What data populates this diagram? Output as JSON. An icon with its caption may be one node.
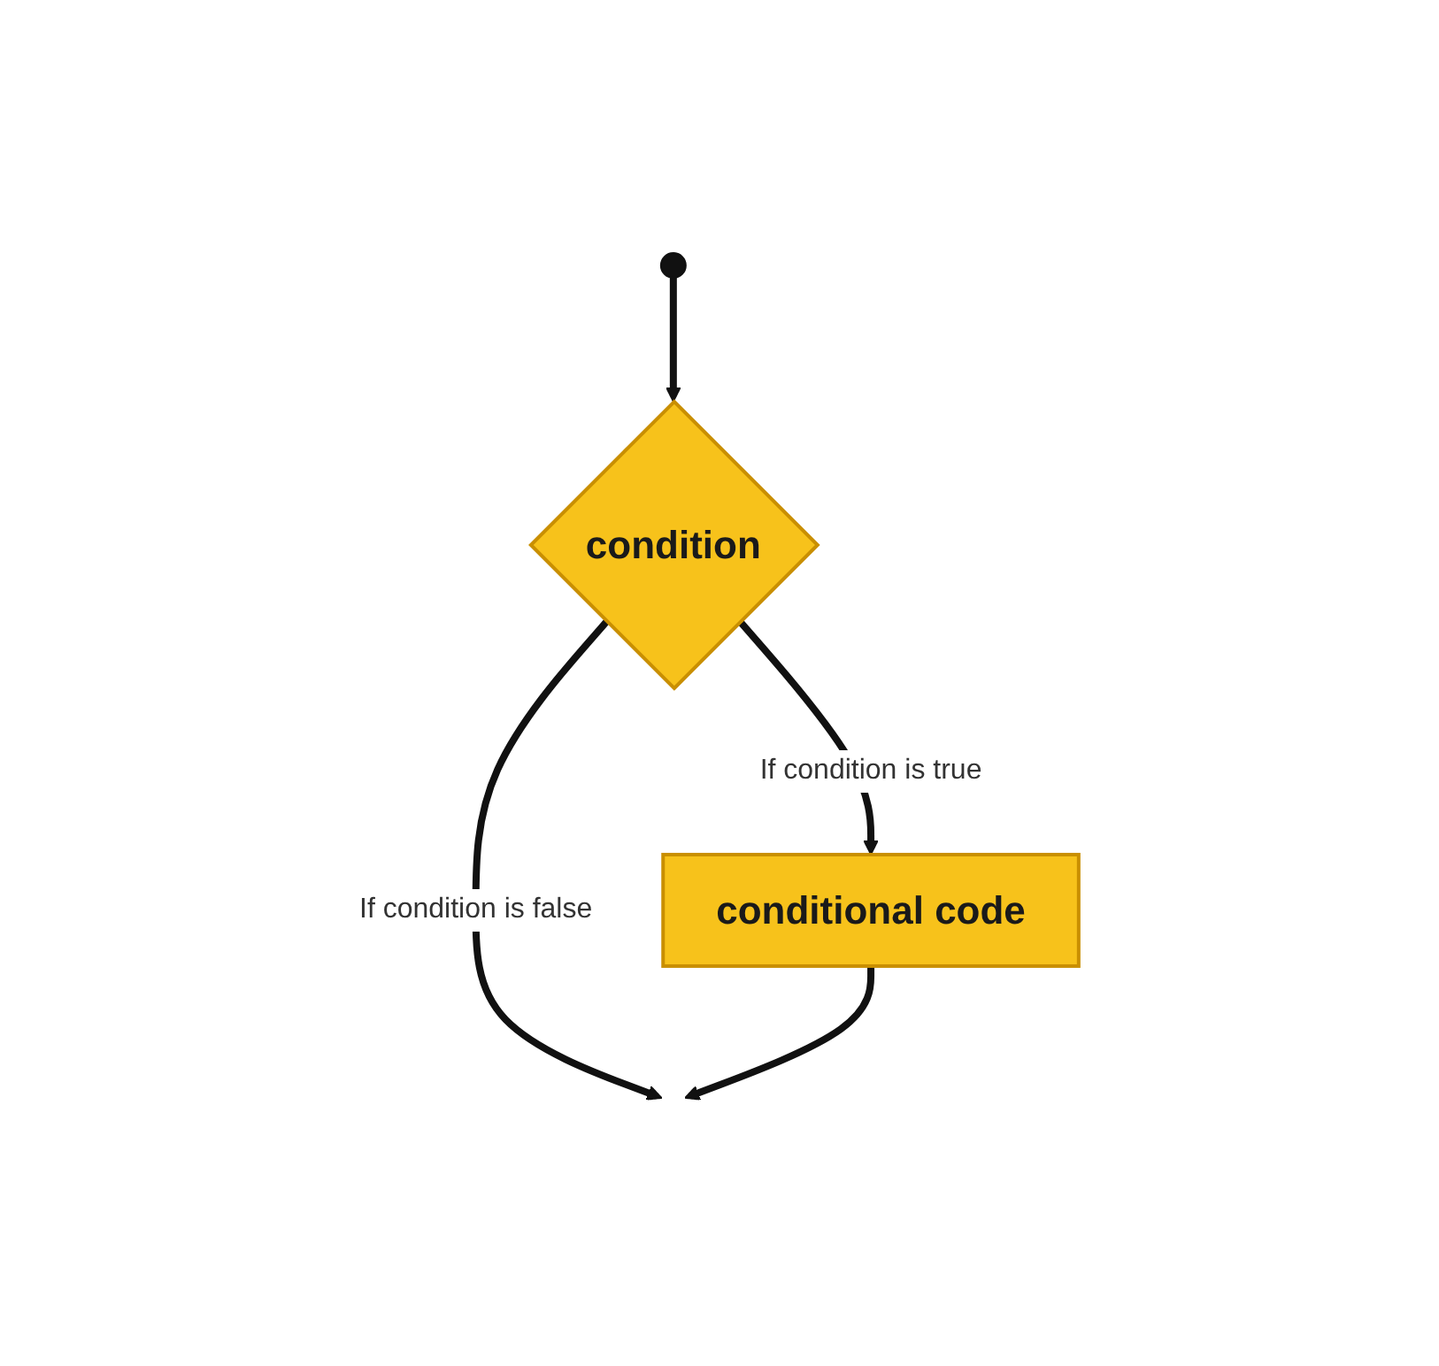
{
  "diagram": {
    "nodes": [
      {
        "text": [],
        "shape": "circle"
      },
      {
        "text": [
          "condition"
        ]
      },
      {
        "text": [
          "conditional code"
        ]
      }
    ],
    "edges": [
      {
        "from": 0,
        "to": 1,
        "arrow": "to"
      },
      {
        "from": 1,
        "to": 2,
        "arrow": "to",
        "label": "If condition is true"
      },
      {
        "from": 1,
        "to": null,
        "arrow": "to",
        "label": "If condition is false"
      },
      {
        "from": 2,
        "to": null,
        "arrow": "to"
      }
    ]
  }
}
